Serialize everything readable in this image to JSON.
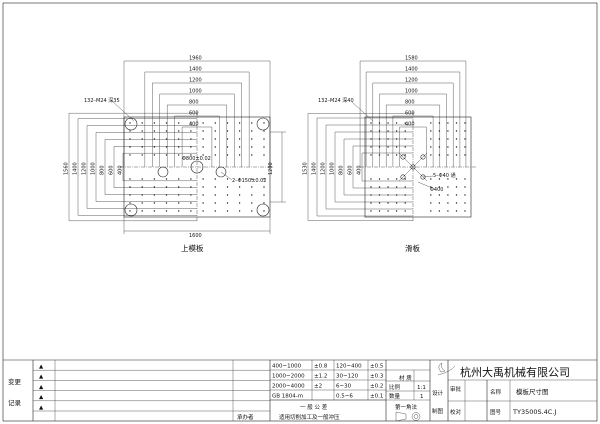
{
  "drawings": {
    "upper": {
      "caption": "上模板",
      "widths": [
        "1960",
        "1400",
        "1200",
        "1000",
        "800",
        "600",
        "400"
      ],
      "heights": [
        "1560",
        "1400",
        "1200",
        "1000",
        "800",
        "600",
        "400"
      ],
      "bottom_width": "1600",
      "right_height": "1200",
      "thread_note": "132–M24 深35",
      "center_hole_note": "Φ800±0.02",
      "side_hole_note": "2–Φ150±0.02"
    },
    "slide": {
      "caption": "滑板",
      "widths": [
        "1580",
        "1400",
        "1200",
        "1000",
        "800",
        "600",
        "400"
      ],
      "heights": [
        "1530",
        "1400",
        "1200",
        "1000",
        "800",
        "600",
        "400"
      ],
      "thread_note": "132–M24 深40",
      "hole_note": "5–Φ40 通",
      "pcd_note": "Φ400"
    }
  },
  "title_block": {
    "change_label": "变更",
    "record_label": "记录",
    "change_symbol": "▲",
    "signer_label": "承办者",
    "tolerance_rows": [
      [
        "400~1000",
        "±0.8",
        "120~400",
        "±0.5"
      ],
      [
        "1000~2000",
        "±1.2",
        "30~120",
        "±0.3"
      ],
      [
        "2000~4000",
        "±2",
        "6~30",
        "±0.2"
      ],
      [
        "GB 1804-m",
        "",
        "0.5~6",
        "±0.1"
      ]
    ],
    "material_label": "材 质",
    "scale_label": "比例",
    "scale_value": "1:1",
    "qty_label": "数量",
    "qty_value": "1",
    "tolerance_title": "一 般 公 差",
    "tolerance_note": "适用切削加工及一般冲压",
    "projection_label": "第一角法",
    "design_label": "设计",
    "drawn_label": "制图",
    "review_label": "审批",
    "check_label": "校对",
    "company": "杭州大禹机械有限公司",
    "name_label": "名称",
    "name_value": "模板尺寸图",
    "drawing_no_label": "图号",
    "drawing_no_value": "TY3500S.4C.J"
  }
}
